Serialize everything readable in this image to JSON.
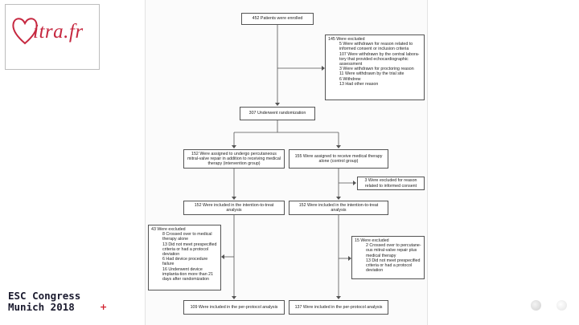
{
  "logo": {
    "text": "itra.fr",
    "alt": "Mitra.fr"
  },
  "conference": {
    "line1": "ESC Congress",
    "line2": "Munich 2018",
    "cross": "+"
  },
  "flow": {
    "enrolled": "452 Patients were enrolled",
    "excluded_top": {
      "title": "145 Were excluded",
      "items": [
        "5 Were withdrawn for reason related to informed consent or inclusion criteria",
        "107 Were withdrawn by the central labora-tory that provided echocardiographic assessment",
        "3 Were withdrawn for proctoring reason",
        "11 Were withdrawn by the trial site",
        "6 Withdrew",
        "13 Had other reason"
      ]
    },
    "randomized": "307 Underwent randomization",
    "intervention": "152 Were assigned to undergo percutaneous mitral-valve repair in addition to receiving medical therapy (intervention group)",
    "control": "155 Were assigned to receive medical therapy alone (control group)",
    "excluded_control": "3 Were excluded for reason related to informed consent",
    "itt_intervention": "152 Were included in the intention-to-treat analysis",
    "itt_control": "152 Were included in the intention-to-treat analysis",
    "excluded_intervention_pp": {
      "title": "43 Were excluded",
      "items": [
        "8 Crossed over to medical therapy alone",
        "13 Did not meet prespecified criteria or had a protocol deviation",
        "6 Had device procedure failure",
        "16 Underwent device implanta-tion more than 21 days after randomization"
      ]
    },
    "excluded_control_pp": {
      "title": "15 Were excluded",
      "items": [
        "2 Crossed over to percutane-ous mitral-valve repair plus medical therapy",
        "13 Did not meet prespecified criteria or had a protocol deviation"
      ]
    },
    "pp_intervention": "109 Were included in the per-protocol analysis",
    "pp_control": "137 Were included in the per-protocol analysis"
  },
  "colors": {
    "brand": "#c62840",
    "accent_cross": "#d0202d"
  }
}
